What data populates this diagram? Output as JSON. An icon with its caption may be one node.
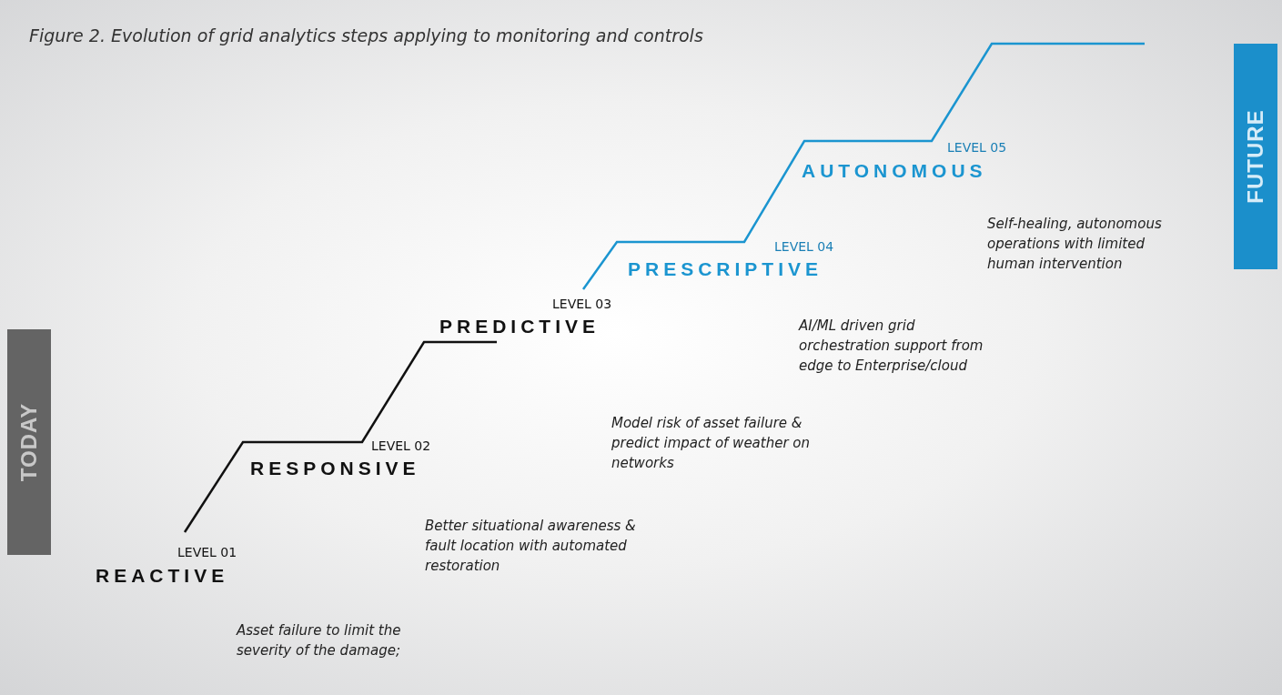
{
  "diagram": {
    "title": "Figure 2. Evolution of grid analytics steps applying to monitoring and controls",
    "nodes": [
      {
        "text": [
          "TODAY"
        ]
      },
      {
        "text": [
          "FUTURE"
        ]
      }
    ],
    "labels": [
      "LEVEL 05",
      "AUTONOMOUS",
      "Self-healing, autonomous operations with limited human intervention",
      "LEVEL 04",
      "PRESCRIPTIVE",
      "LEVEL 03",
      "PREDICTIVE",
      "AI/ML driven grid orchestration support from edge to Enterprise/cloud",
      "Model risk of asset failure & predict impact of weather on networks",
      "LEVEL 02",
      "RESPONSIVE",
      "Better situational awareness & fault location with automated restoration",
      "LEVEL 01",
      "REACTIVE",
      "Asset failure to limit the severity of the damage;"
    ]
  }
}
